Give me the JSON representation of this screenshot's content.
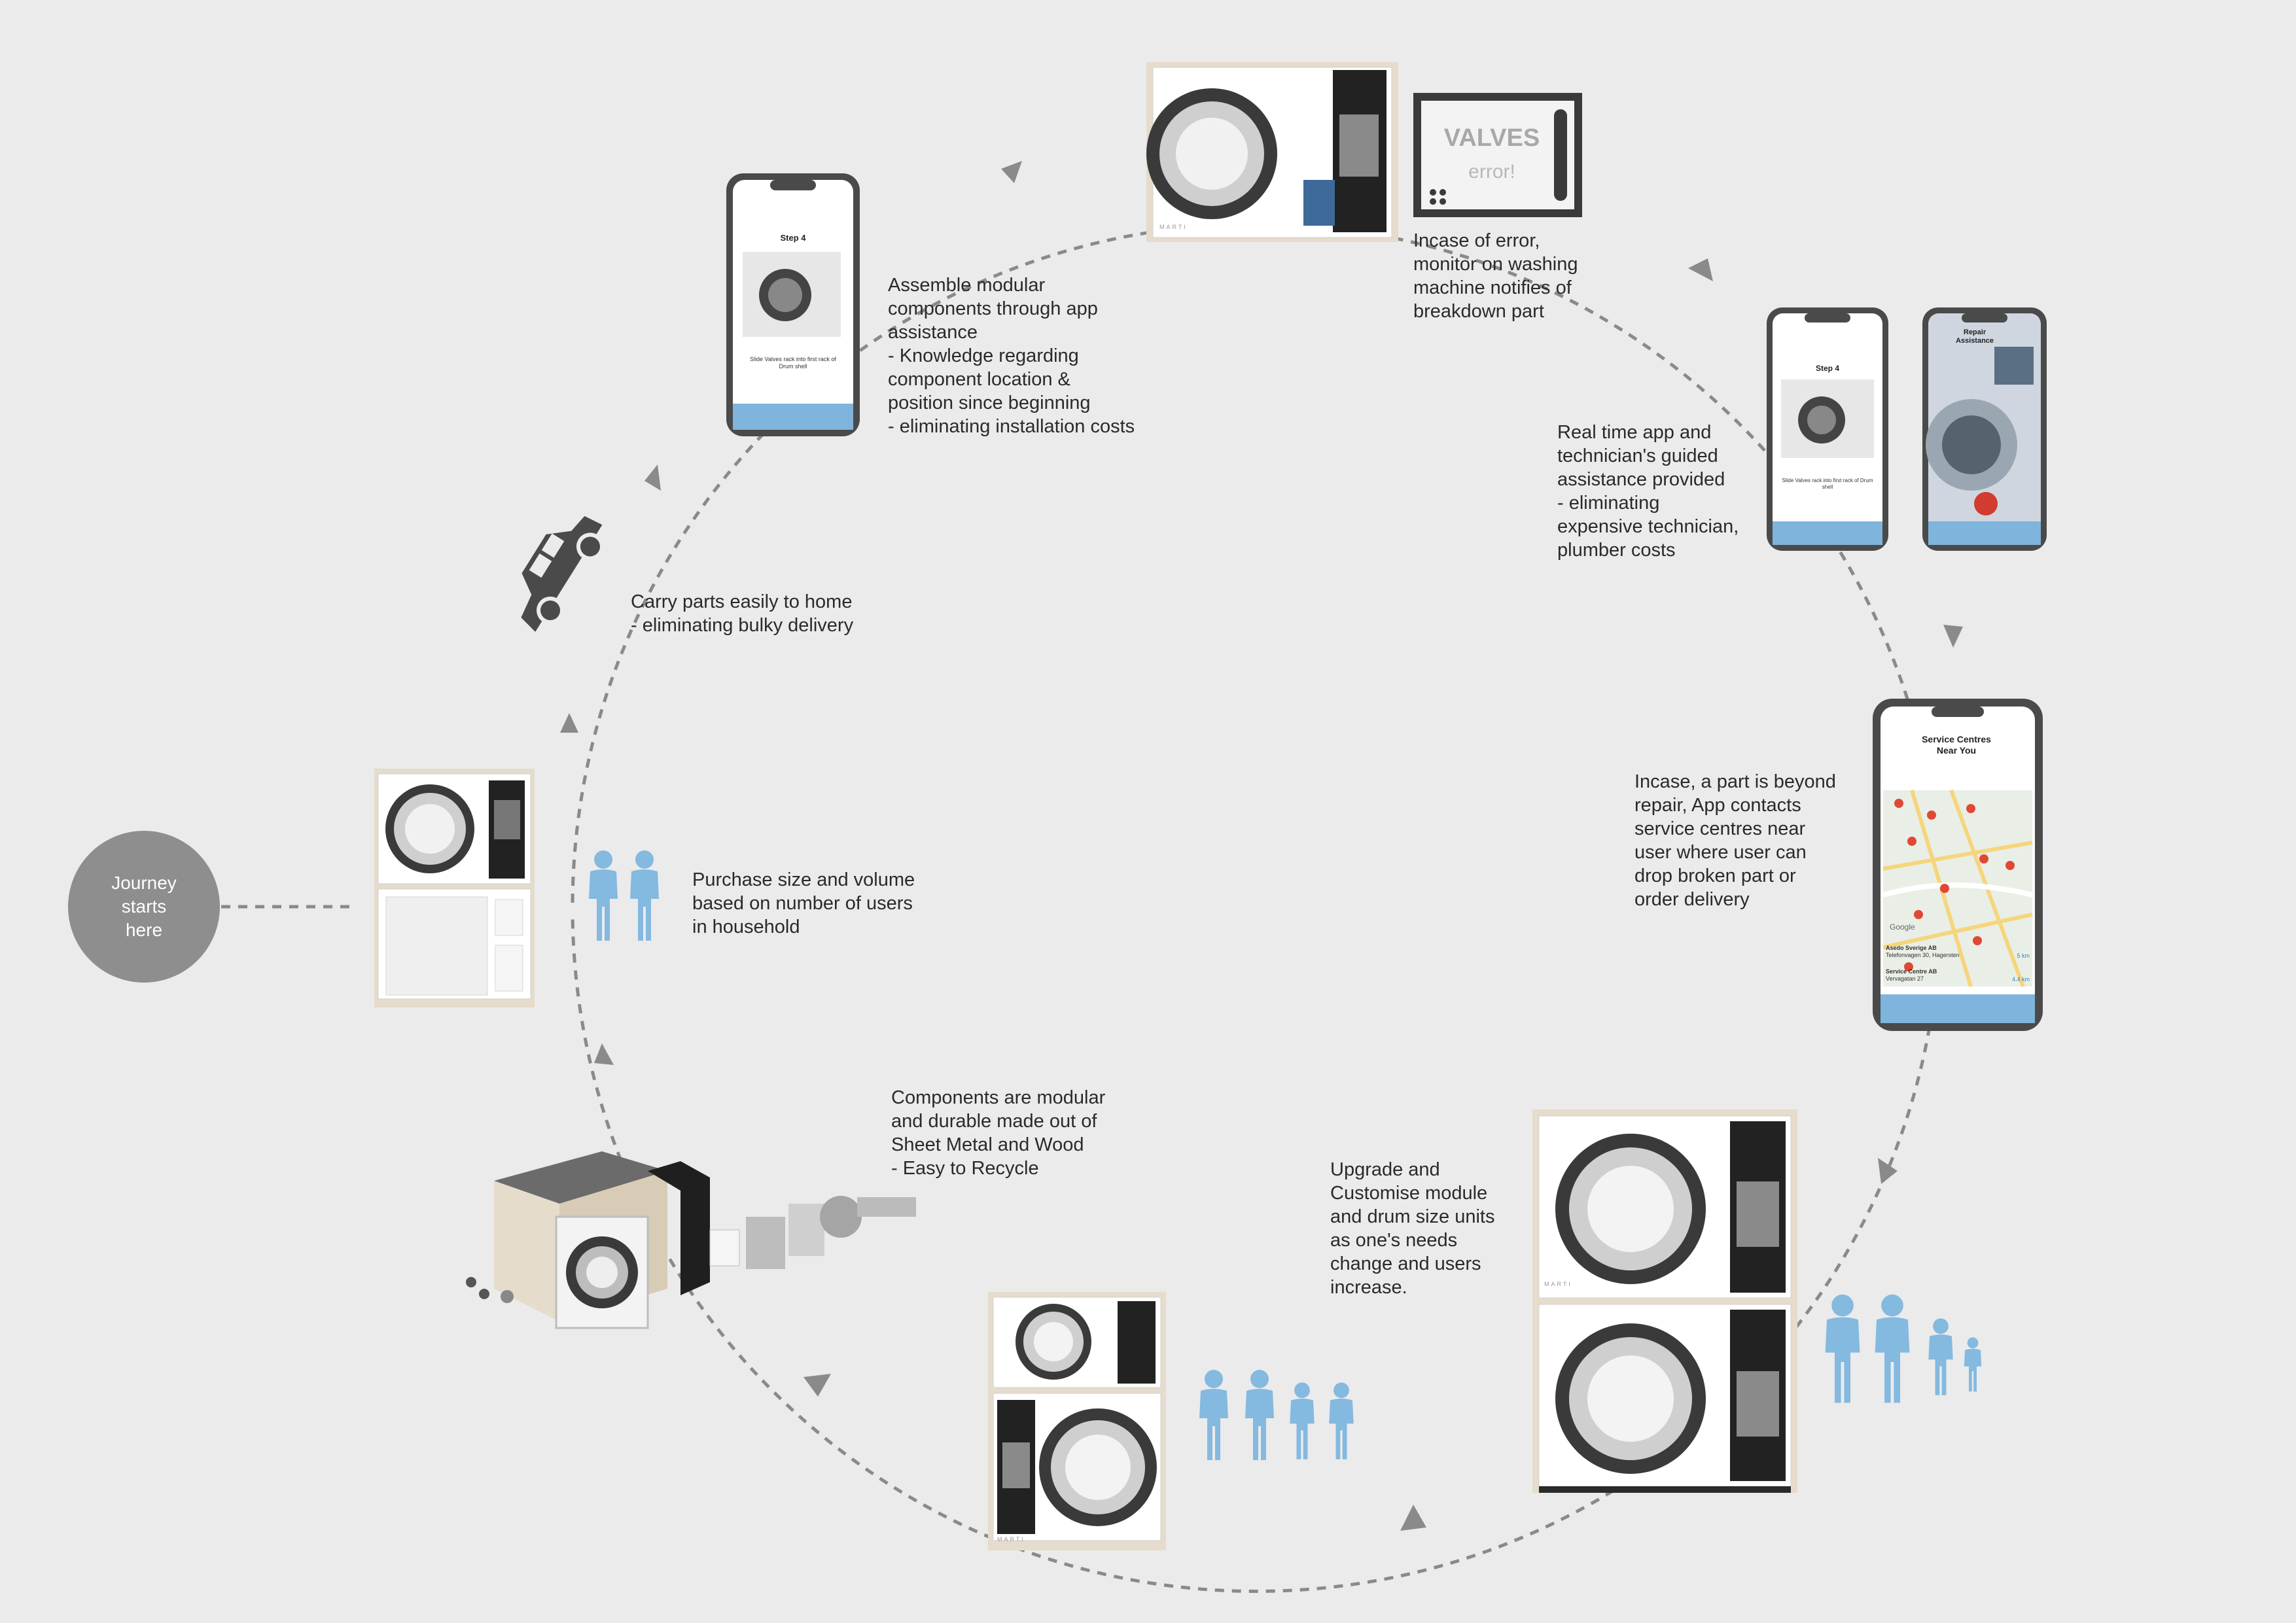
{
  "start_label": "Journey\nstarts\nhere",
  "steps": [
    {
      "id": "purchase",
      "text": "Purchase size and volume\nbased on number of users\nin household"
    },
    {
      "id": "carry",
      "text": "Carry parts easily to home\n- eliminating bulky delivery"
    },
    {
      "id": "assemble",
      "text": "Assemble modular\ncomponents through app\nassistance\n- Knowledge regarding\ncomponent location &\nposition since beginning\n- eliminating installation costs"
    },
    {
      "id": "error",
      "text": "Incase of error,\nmonitor on washing\nmachine notifies of\nbreakdown part"
    },
    {
      "id": "assistance",
      "text": "Real time app and\ntechnician's guided\nassistance provided\n- eliminating\nexpensive technician,\nplumber costs"
    },
    {
      "id": "service",
      "text": "Incase, a part is beyond\nrepair, App contacts\nservice centres near\nuser where user can\ndrop broken part or\norder delivery"
    },
    {
      "id": "upgrade",
      "text": "Upgrade and\nCustomise module\nand drum size units\nas one's needs\nchange and users\nincrease."
    },
    {
      "id": "components",
      "text": "Components are modular\nand durable made out of\nSheet Metal and Wood\n- Easy to Recycle"
    }
  ],
  "monitor": {
    "title": "VALVES",
    "subtitle": "error!"
  },
  "phone_step": {
    "title": "Step 4",
    "caption": "Slide Valves rack into first rack of Drum shell"
  },
  "phone_repair": {
    "title": "Repair\nAssistance"
  },
  "phone_service": {
    "title": "Service Centres\nNear You",
    "results": [
      {
        "name": "Asedo Sverige AB",
        "address": "Telefonvagen 30, Hagersten",
        "distance": "5 km"
      },
      {
        "name": "Service Centre AB",
        "address": "Vervagatan 27",
        "distance": "4.4 km"
      }
    ],
    "map_label": "Google"
  },
  "brand": "MARTI",
  "colors": {
    "background": "#ebebeb",
    "accent_blue": "#7fb4dc",
    "people_blue": "#84b9e0",
    "arrow_gray": "#8a8a8a",
    "start_circle": "#8e8e8e",
    "phone_frame": "#4a4a4a",
    "wood": "#e6dccb"
  }
}
